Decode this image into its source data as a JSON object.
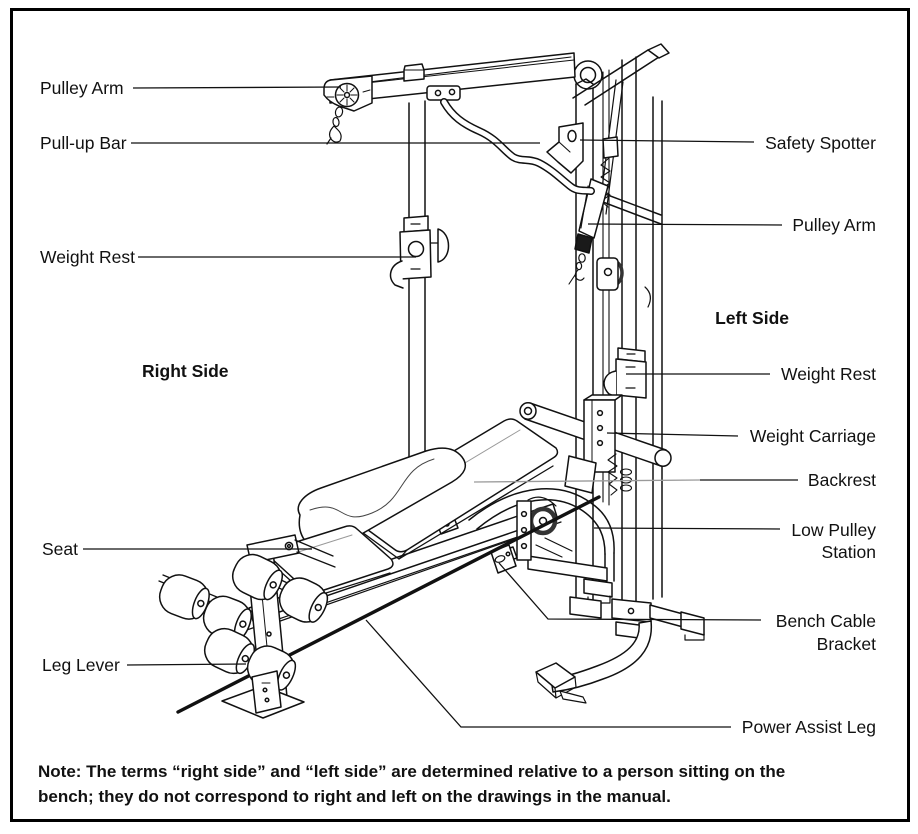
{
  "figure": {
    "type": "labeled parts diagram",
    "subject": "weight bench / home gym system",
    "ink_color": "#111111",
    "background_color": "#ffffff",
    "border_color": "#000000"
  },
  "labels": {
    "pulley_arm_top": "Pulley Arm",
    "pull_up_bar": "Pull-up Bar",
    "weight_rest_right": "Weight Rest",
    "right_side": "Right Side",
    "seat": "Seat",
    "leg_lever": "Leg Lever",
    "safety_spotter": "Safety Spotter",
    "pulley_arm_side": "Pulley Arm",
    "left_side": "Left Side",
    "weight_rest_left": "Weight Rest",
    "weight_carriage": "Weight Carriage",
    "backrest": "Backrest",
    "low_pulley_station": {
      "line1": "Low Pulley",
      "line2": "Station"
    },
    "bench_cable_bracket": {
      "line1": "Bench Cable",
      "line2": "Bracket"
    },
    "power_assist_leg": "Power Assist Leg"
  },
  "note": {
    "line1": "Note: The terms “right side” and “left side” are determined relative to a person sitting on the",
    "line2": "bench; they do not correspond to right and left on the drawings in the manual."
  }
}
